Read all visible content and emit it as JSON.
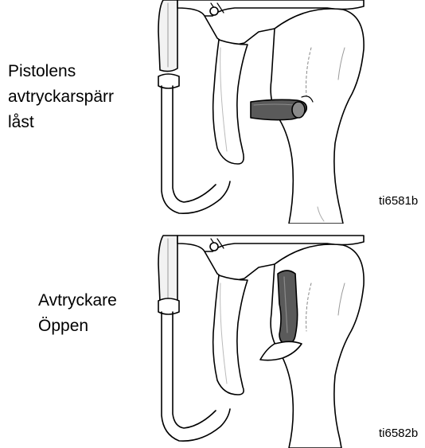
{
  "panels": [
    {
      "caption_lines": [
        "Pistolens",
        "avtryckarspärr",
        "låst"
      ],
      "figure_id": "ti6581b",
      "trigger_lock_state": "locked"
    },
    {
      "caption_lines": [
        "Avtryckare",
        "Öppen"
      ],
      "figure_id": "ti6582b",
      "trigger_lock_state": "open"
    }
  ],
  "colors": {
    "outline": "#000000",
    "body_fill": "#ffffff",
    "body_shade": "#e6e6e6",
    "lock_fill": "#5a5a5a",
    "lock_shade": "#8a8a8a"
  }
}
